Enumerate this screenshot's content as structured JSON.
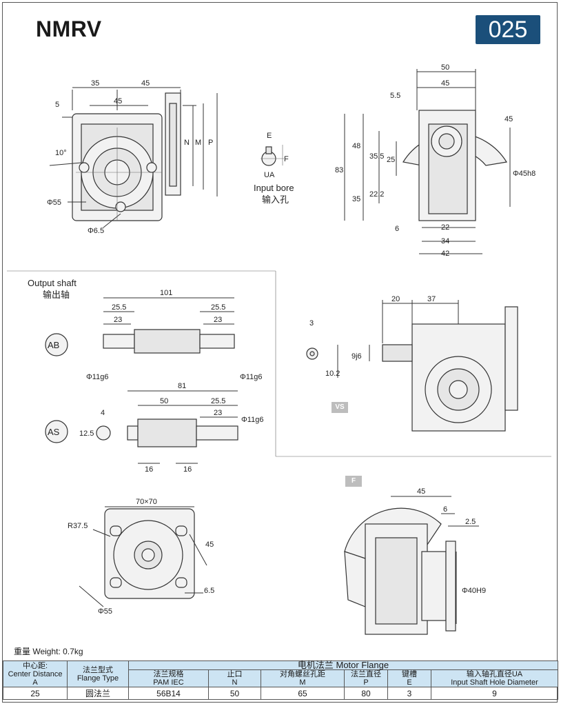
{
  "header": {
    "model": "NMRV",
    "size": "025"
  },
  "views": {
    "front": {
      "top_dims": [
        "35",
        "45"
      ],
      "inner_dim": "45",
      "side_dim": "5",
      "angle": "10°",
      "flange_labels": [
        "N",
        "M",
        "P"
      ],
      "dia_55": "Φ55",
      "dia_6_5": "Φ6.5"
    },
    "input_bore": {
      "label_en": "Input bore",
      "label_cn": "输入孔",
      "letters": [
        "E",
        "F",
        "UA"
      ]
    },
    "side": {
      "dims": [
        "50",
        "45",
        "5.5",
        "45",
        "83",
        "48",
        "35.5",
        "25",
        "35",
        "22.2",
        "6",
        "22",
        "34",
        "42",
        "Φ45h8"
      ]
    },
    "output_shaft": {
      "label_en": "Output shaft",
      "label_cn": "输出轴",
      "ab": {
        "tag": "AB",
        "dims": [
          "101",
          "25.5",
          "23",
          "25.5",
          "23",
          "Φ11g6",
          "Φ11g6"
        ]
      },
      "as": {
        "tag": "AS",
        "dims": [
          "81",
          "50",
          "25.5",
          "23",
          "Φ11g6",
          "4",
          "12.5",
          "16",
          "16"
        ]
      }
    },
    "vs": {
      "tag": "VS",
      "dims": [
        "20",
        "37",
        "3",
        "9j6",
        "10.2"
      ]
    },
    "flange_front": {
      "dims": [
        "70×70",
        "R37.5",
        "45",
        "6.5",
        "Φ55"
      ]
    },
    "f": {
      "tag": "F",
      "dims": [
        "45",
        "6",
        "2.5",
        "Φ40H9"
      ]
    }
  },
  "weight": "重量 Weight: 0.7kg",
  "table": {
    "motor_flange": "电机法兰  Motor Flange",
    "headers": [
      {
        "cn": "中心距:",
        "en": "Center Distance",
        "sym": "A"
      },
      {
        "cn": "法兰型式",
        "en": "Flange Type",
        "sym": ""
      },
      {
        "cn": "法兰规格",
        "en": "PAM IEC",
        "sym": ""
      },
      {
        "cn": "止口",
        "en": "N",
        "sym": ""
      },
      {
        "cn": "对角螺丝孔距",
        "en": "M",
        "sym": ""
      },
      {
        "cn": "法兰直径",
        "en": "P",
        "sym": ""
      },
      {
        "cn": "键槽",
        "en": "E",
        "sym": ""
      },
      {
        "cn": "输入轴孔直径UA",
        "en": "Input Shaft Hole Diameter",
        "sym": ""
      }
    ],
    "values": [
      "25",
      "圆法兰",
      "56B14",
      "50",
      "65",
      "80",
      "3",
      "9"
    ]
  }
}
